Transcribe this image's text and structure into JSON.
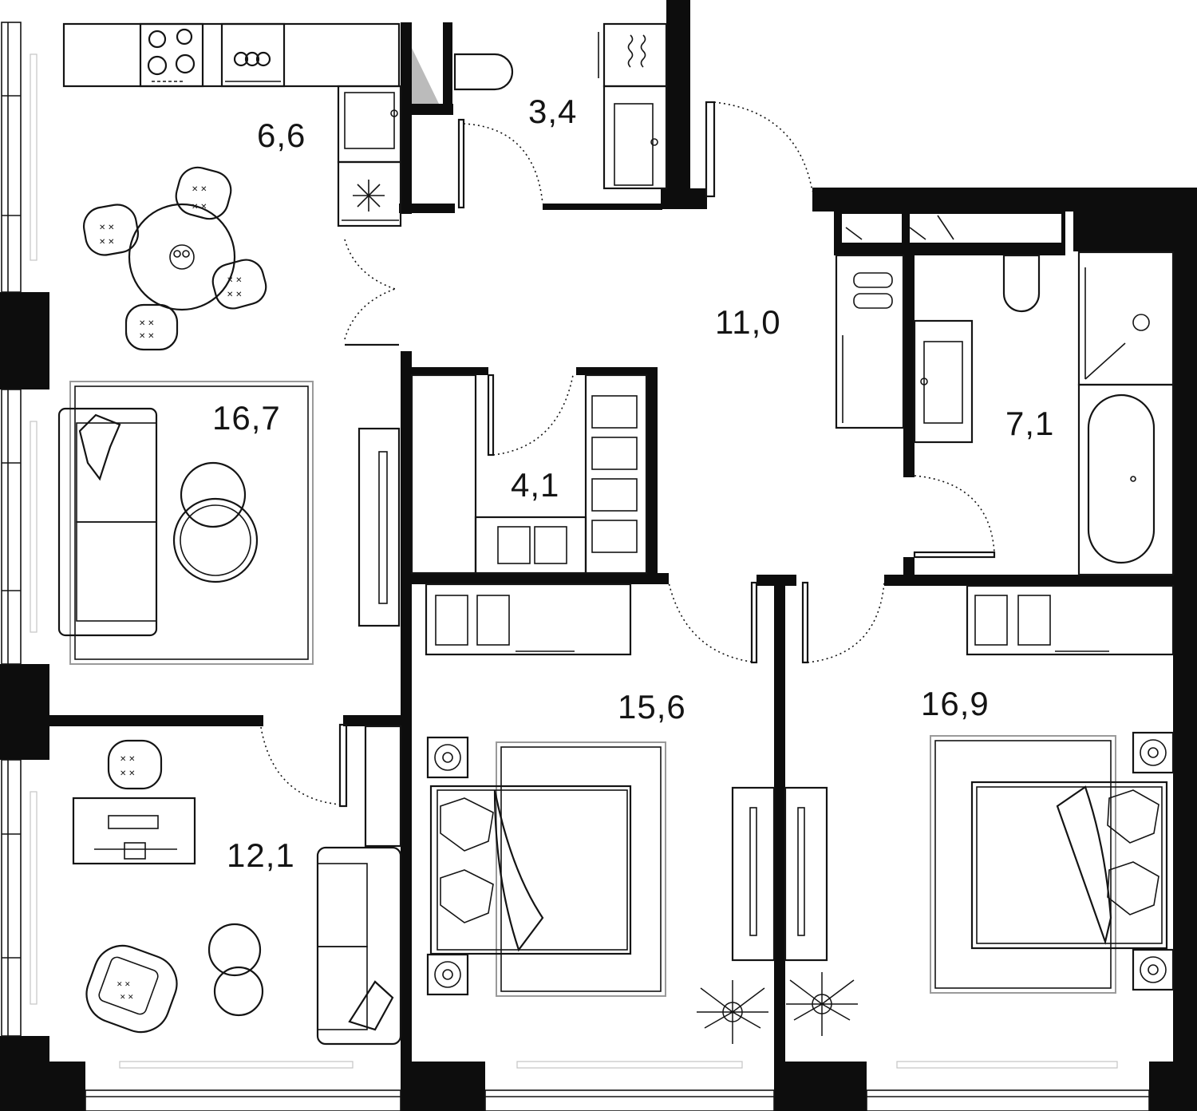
{
  "floor_plan": {
    "rooms": [
      {
        "id": "kitchen",
        "area": "6,6"
      },
      {
        "id": "wc",
        "area": "3,4"
      },
      {
        "id": "hallway",
        "area": "11,0"
      },
      {
        "id": "living",
        "area": "16,7"
      },
      {
        "id": "wardrobe",
        "area": "4,1"
      },
      {
        "id": "bathroom",
        "area": "7,1"
      },
      {
        "id": "bedroom-middle",
        "area": "15,6"
      },
      {
        "id": "bedroom-right",
        "area": "16,9"
      },
      {
        "id": "study",
        "area": "12,1"
      }
    ]
  },
  "colors": {
    "walls": "#0d0d0d",
    "lines": "#141414",
    "rugs": "#9a9a9a",
    "background": "#ffffff"
  }
}
